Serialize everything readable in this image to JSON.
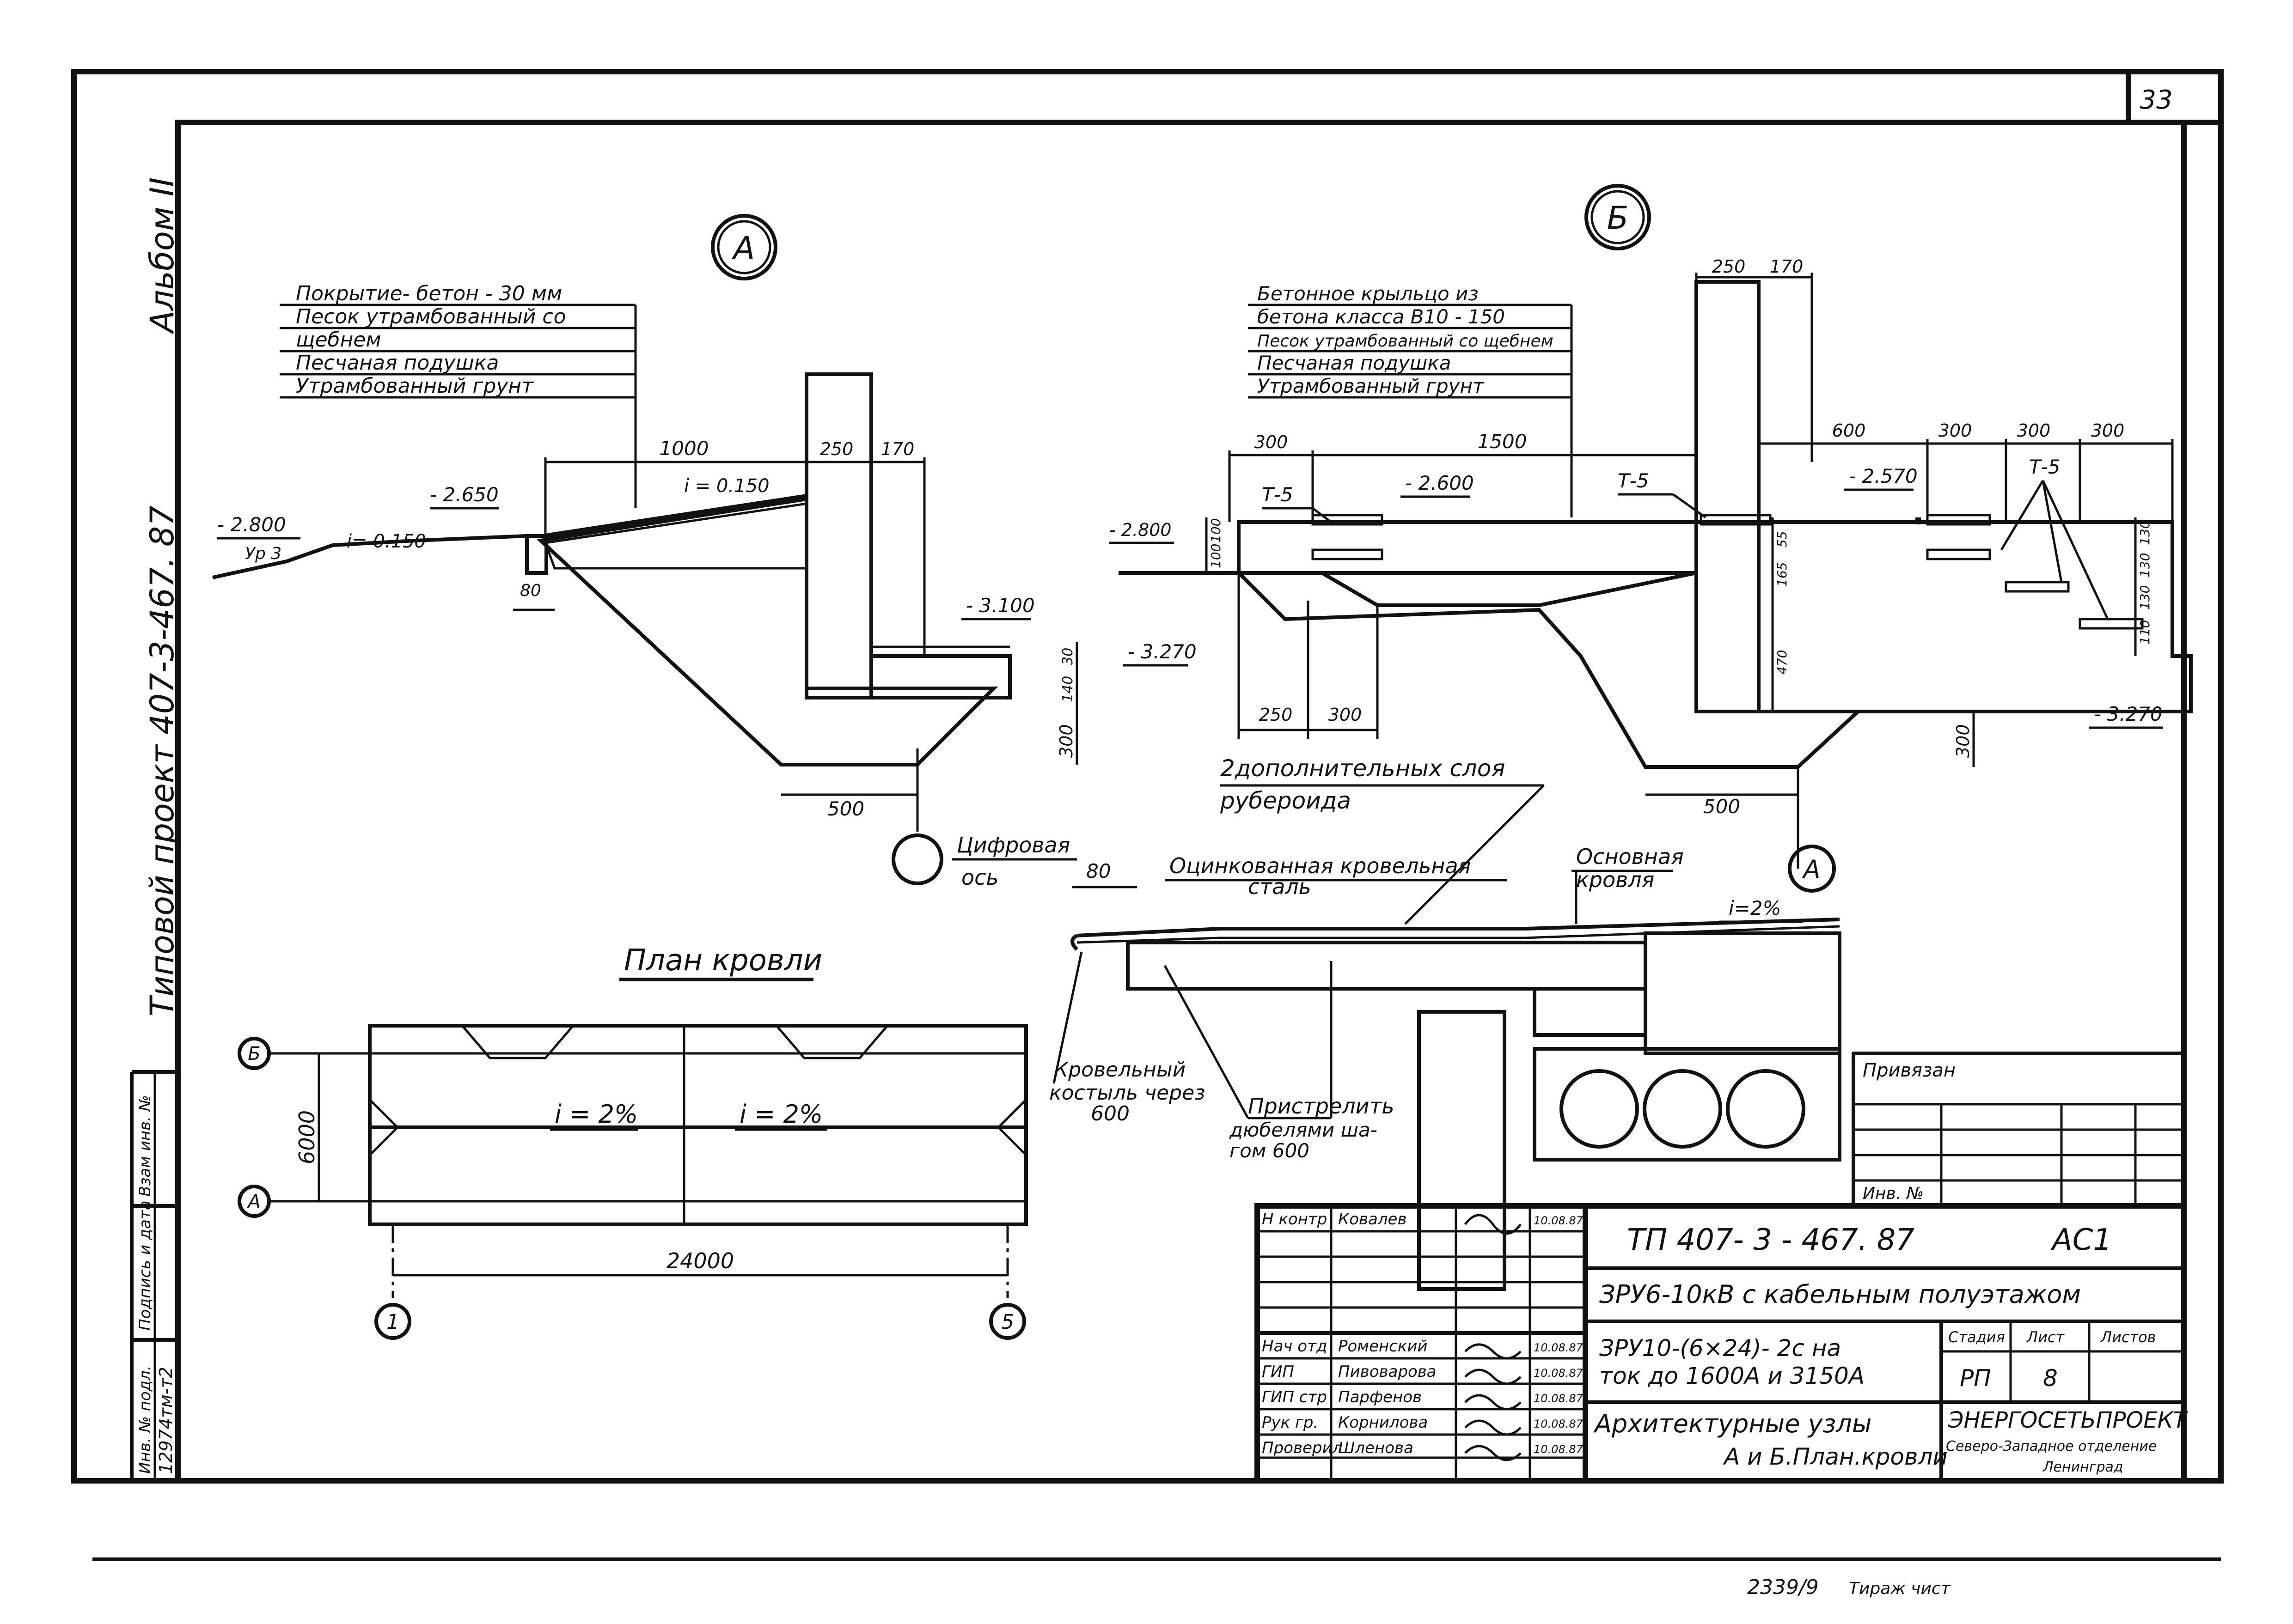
{
  "sheet": {
    "number": "33",
    "footer_code": "2339/9",
    "footer_note": "Тираж чист"
  },
  "left_margin": {
    "album": "Альбом II",
    "project": "Типовой проект  407-3-467. 87",
    "stamp_labels": [
      "Взам инв. №",
      "Подпись и дата",
      "Инв. № подл."
    ],
    "stamp_value": "12974тм-т2"
  },
  "detail_a": {
    "marker": "А",
    "layers": [
      "Покрытие- бетон - 30 мм",
      "Песок утрамбованный со",
      "щебнем",
      "Песчаная подушка",
      "Утрамбованный грунт"
    ],
    "dims": {
      "d1000": "1000",
      "d250": "250",
      "d170": "170",
      "d80": "80",
      "d500": "500",
      "d300": "300",
      "d30": "30",
      "d140": "140"
    },
    "levels": {
      "l2800": "- 2.800",
      "l2650": "- 2.650",
      "l3100": "- 3.100",
      "l3270": "- 3.270"
    },
    "slopes": {
      "i1": "i = 0.150",
      "i2": "i= 0.150"
    },
    "ur": "Ур 3",
    "axis_label_1": "Цифровая",
    "axis_label_2": "ось"
  },
  "detail_b": {
    "marker": "Б",
    "layers": [
      "Бетонное крыльцо из",
      "бетона класса В10 - 150",
      "Песок утрамбованный со щебнем",
      "Песчаная подушка",
      "Утрамбованный грунт"
    ],
    "dims": {
      "d250": "250",
      "d170": "170",
      "d300a": "300",
      "d1500": "1500",
      "d600": "600",
      "d300b": "300",
      "d300c": "300",
      "d300d": "300",
      "d250b": "250",
      "d300e": "300",
      "d500": "500",
      "d300f": "300",
      "d100a": "100",
      "d100b": "100",
      "d55": "55",
      "d165": "165",
      "d470": "470",
      "d130a": "130",
      "d130b": "130",
      "d130c": "130",
      "d110": "110"
    },
    "levels": {
      "l2600": "- 2.600",
      "l2800": "- 2.800",
      "l2570": "- 2.570",
      "l3270": "- 3.270"
    },
    "t5": "Т-5",
    "axis_marker": "А"
  },
  "roof_detail": {
    "note_layers_1": "2дополнительных слоя",
    "note_layers_2": "рубероида",
    "dim80": "80",
    "galvanized_1": "Оцинкованная кровельная",
    "galvanized_2": "сталь",
    "main_roof_1": "Основная",
    "main_roof_2": "кровля",
    "slope": "i=2%",
    "crutch_1": "Кровельный",
    "crutch_2": "костыль через",
    "crutch_3": "600",
    "shoot_1": "Пристрелить",
    "shoot_2": "дюбелями ша-",
    "shoot_3": "гом 600"
  },
  "roof_plan": {
    "title": "План кровли",
    "slope_left": "i = 2%",
    "slope_right": "i = 2%",
    "dim_height": "6000",
    "dim_length": "24000",
    "axis_b": "Б",
    "axis_a": "А",
    "axis_1": "1",
    "axis_5": "5"
  },
  "title_block": {
    "attached": "Привязан",
    "inv_no": "Инв. №",
    "code": "ТП  407- 3 - 467. 87",
    "sheet_code": "АС1",
    "object": "ЗРУ6-10кВ с кабельным полуэтажом",
    "subject_1": "ЗРУ10-(6×24)- 2с на",
    "subject_2": "ток до 1600А и 3150А",
    "drawing_1": "Архитектурные узлы",
    "drawing_2": "А и Б.План.кровли",
    "stage_h": "Стадия",
    "sheet_h": "Лист",
    "sheets_h": "Листов",
    "stage": "РП",
    "sheet": "8",
    "org_1": "ЭНЕРГОСЕТЬПРОЕКТ",
    "org_2": "Северо-Западное отделение",
    "org_3": "Ленинград",
    "staff": [
      {
        "role": "Н контр",
        "name": "Ковалев",
        "date": "10.08.87"
      },
      {
        "role": "",
        "name": "",
        "date": ""
      },
      {
        "role": "",
        "name": "",
        "date": ""
      },
      {
        "role": "",
        "name": "",
        "date": ""
      },
      {
        "role": "Нач отд",
        "name": "Роменский",
        "date": "10.08.87"
      },
      {
        "role": "ГИП",
        "name": "Пивоварова",
        "date": "10.08.87"
      },
      {
        "role": "ГИП стр",
        "name": "Парфенов",
        "date": "10.08.87"
      },
      {
        "role": "Рук гр.",
        "name": "Корнилова",
        "date": "10.08.87"
      },
      {
        "role": "Проверил",
        "name": "Шленова",
        "date": "10.08.87"
      }
    ]
  }
}
